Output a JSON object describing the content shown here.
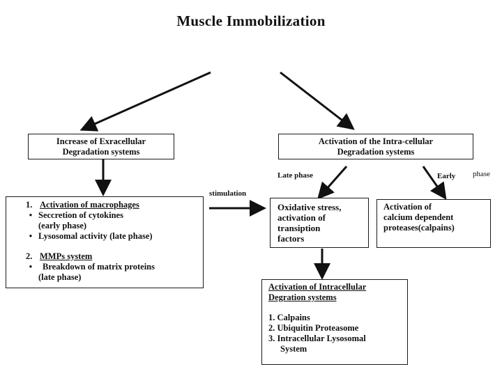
{
  "title": "Muscle Immobilization",
  "boxes": {
    "extracellular": {
      "line1": "Increase of Exracellular",
      "line2": "Degradation systems"
    },
    "intracellular": {
      "line1": "Activation of the Intra-cellular",
      "line2": "Degradation systems"
    },
    "macrophages": {
      "item1_num": "1.",
      "item1_title": "Activation of macrophages",
      "item1_bullets": [
        {
          "text": "Seccretion of cytokines",
          "sub": "(early phase)"
        },
        {
          "text": "Lysosomal activity (late phase)",
          "sub": ""
        }
      ],
      "item2_num": "2.",
      "item2_title": "MMPs system",
      "item2_bullets": [
        {
          "text": "Breakdown of matrix proteins",
          "sub": "(late phase)"
        }
      ],
      "bullet_glyph": "•"
    },
    "oxidative": {
      "lines": [
        "Oxidative stress,",
        "activation of",
        "transiption",
        "factors"
      ]
    },
    "calcium": {
      "lines": [
        "Activation of",
        "calcium dependent",
        "proteases(calpains)"
      ]
    },
    "intracellular_systems": {
      "heading1": "Activation of Intracellular",
      "heading2": "Degration systems",
      "items": [
        "1. Calpains",
        "2. Ubiquitin Proteasome",
        "3. Intracellular Lysosomal",
        "System"
      ]
    }
  },
  "labels": {
    "late_phase": "Late phase",
    "early": "Early",
    "phase": "phase",
    "stimulation": "stimulation"
  }
}
